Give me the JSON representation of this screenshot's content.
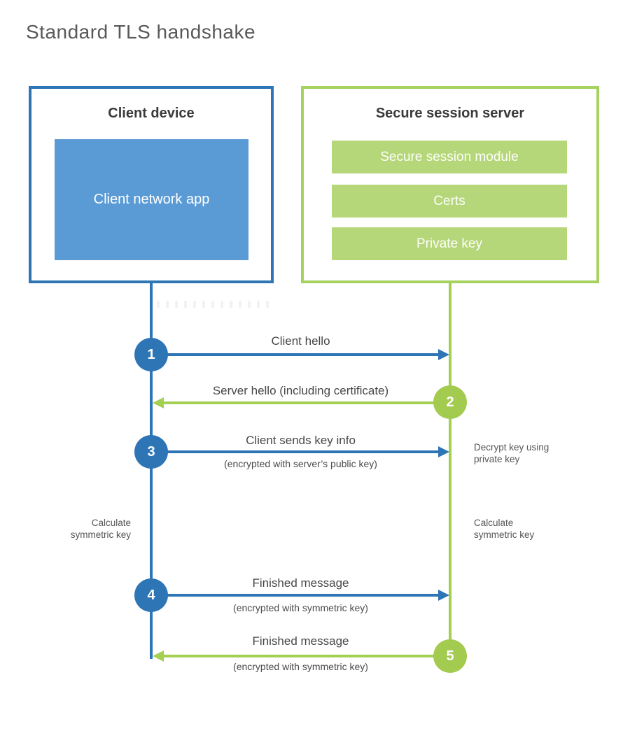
{
  "title": "Standard TLS handshake",
  "colors": {
    "blue_stroke": "#2e75b6",
    "blue_fill": "#5b9bd5",
    "green_stroke": "#a3cf52",
    "green_fill": "#b5d779",
    "heading_text": "#3a3a3a",
    "title_text": "#58595b",
    "label_text": "#474747"
  },
  "client": {
    "title": "Client device",
    "app_label": "Client network app"
  },
  "server": {
    "title": "Secure session server",
    "modules": [
      "Secure session module",
      "Certs",
      "Private key"
    ]
  },
  "steps": [
    {
      "number": "1",
      "label": "Client hello",
      "sublabel": "",
      "direction": "right",
      "actor": "client"
    },
    {
      "number": "2",
      "label": "Server hello (including certificate)",
      "sublabel": "",
      "direction": "left",
      "actor": "server"
    },
    {
      "number": "3",
      "label": "Client sends key info",
      "sublabel": "(encrypted with server’s public key)",
      "direction": "right",
      "actor": "client"
    },
    {
      "number": "4",
      "label": "Finished message",
      "sublabel": "(encrypted with symmetric key)",
      "direction": "right",
      "actor": "client"
    },
    {
      "number": "5",
      "label": "Finished message",
      "sublabel": "(encrypted with symmetric key)",
      "direction": "left",
      "actor": "server"
    }
  ],
  "annotations": {
    "decrypt": "Decrypt key using\nprivate key",
    "calc_left": "Calculate\nsymmetric key",
    "calc_right": "Calculate\nsymmetric key"
  }
}
